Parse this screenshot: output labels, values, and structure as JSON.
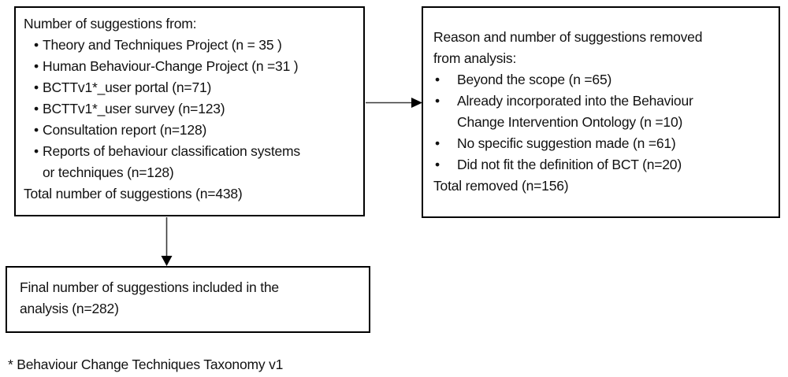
{
  "diagram": {
    "sources_box": {
      "title": "Number of suggestions from:",
      "items": [
        "Theory and Techniques Project (n = 35 )",
        "Human Behaviour-Change Project (n =31 )",
        "BCTTv1*_user portal (n=71)",
        "BCTTv1*_user survey (n=123)",
        "Consultation report (n=128)",
        "Reports of behaviour classification systems\nor techniques (n=128)"
      ],
      "total": "Total number of suggestions (n=438)"
    },
    "removed_box": {
      "title": "Reason and number of suggestions removed\nfrom analysis:",
      "items": [
        "Beyond the scope (n =65)",
        "Already incorporated into the Behaviour\nChange Intervention Ontology (n =10)",
        "No specific suggestion made (n =61)",
        "Did not fit the definition of BCT (n=20)"
      ],
      "total": "Total removed (n=156)"
    },
    "final_box": {
      "text": "Final number of suggestions included in the\nanalysis (n=282)"
    },
    "footnote": "* Behaviour Change Techniques Taxonomy v1",
    "colors": {
      "background": "#ffffff",
      "border": "#000000",
      "text": "#111111",
      "arrow_line": "#3a3a3a",
      "arrow_head": "#000000"
    }
  }
}
